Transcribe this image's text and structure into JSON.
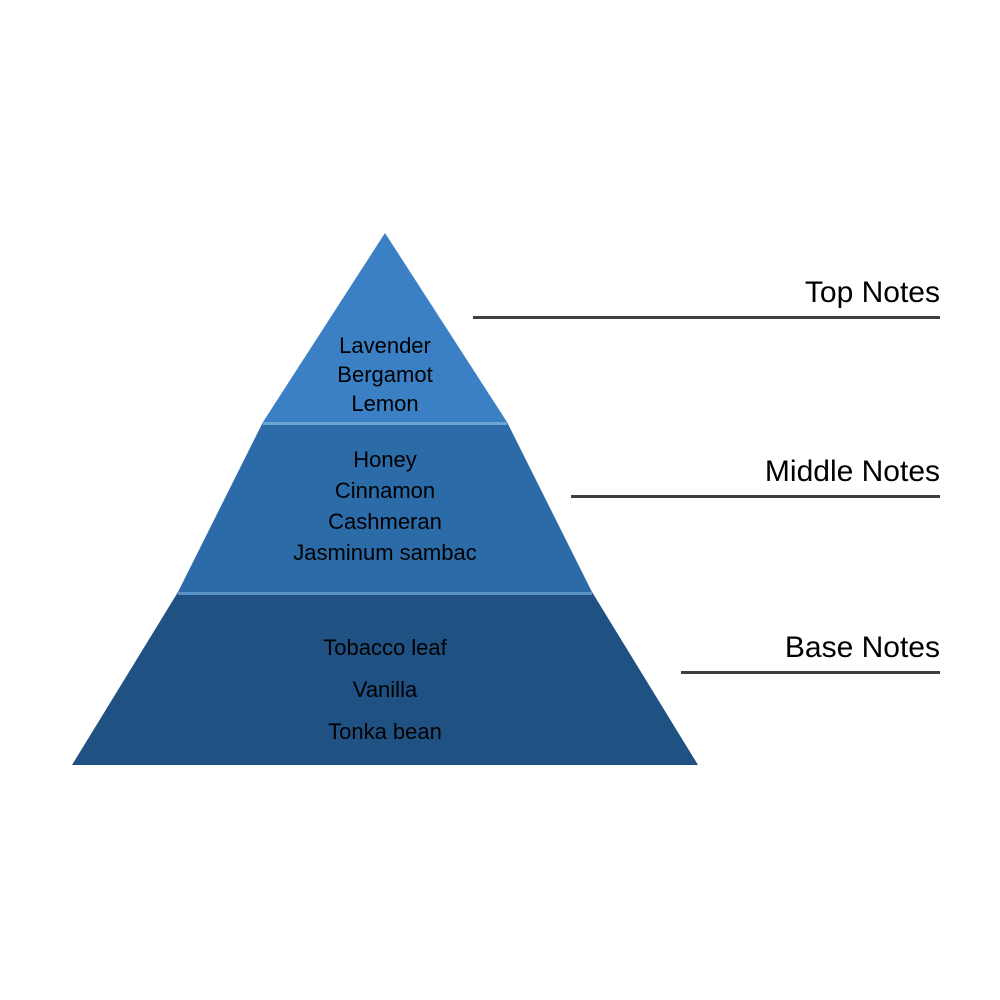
{
  "diagram": {
    "type": "fragrance-notes-pyramid",
    "background_color": "#ffffff",
    "text_color": "#000000",
    "rule_color": "#3f3f3f",
    "layers": [
      {
        "key": "top",
        "label": "Top Notes",
        "fill_color": "#3b80c4",
        "notes": [
          "Lavender",
          "Bergamot",
          "Lemon"
        ]
      },
      {
        "key": "middle",
        "label": "Middle Notes",
        "fill_color": "#2b6ba8",
        "notes": [
          "Honey",
          "Cinnamon",
          "Cashmeran",
          "Jasminum sambac"
        ]
      },
      {
        "key": "base",
        "label": "Base Notes",
        "fill_color": "#1f5183",
        "notes": [
          "Tobacco leaf",
          "Vanilla",
          "Tonka bean"
        ]
      }
    ]
  }
}
